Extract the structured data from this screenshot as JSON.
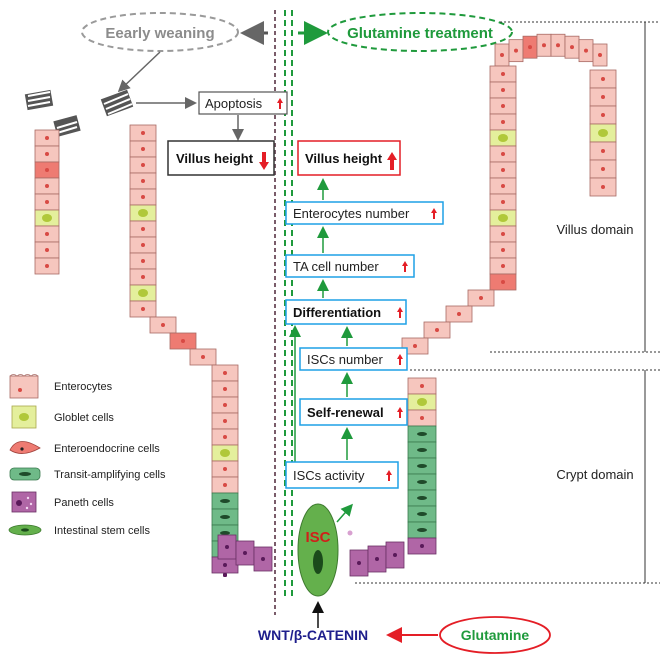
{
  "top": {
    "weaning_label": "Eearly weaning",
    "glutamine_treatment_label": "Glutamine treatment"
  },
  "left_flow": {
    "apoptosis_label": "Apoptosis",
    "villus_height_label": "Villus height"
  },
  "center_flow": {
    "villus_height_label": "Villus height",
    "steps": [
      "Enterocytes number",
      "TA cell number",
      "Differentiation",
      "ISCs number",
      "Self-renewal",
      "ISCs activity"
    ],
    "isc_label": "ISC"
  },
  "domains": {
    "villus_label": "Villus domain",
    "crypt_label": "Crypt domain"
  },
  "legend": [
    "Enterocytes",
    "Globlet cells",
    "Enteroendocrine cells",
    "Transit-amplifying cells",
    "Paneth cells",
    "Intestinal stem cells"
  ],
  "bottom": {
    "pathway_label": "WNT/β-CATENIN",
    "glutamine_label": "Glutamine"
  },
  "colors": {
    "weaning_gray": "#8c8c8c",
    "treatment_green": "#1f9a3c",
    "flow_box_blue": "#1ea1e6",
    "villus_box_red": "#e41e26",
    "up_arrow_red": "#e41e26",
    "enterocyte_fill": "#f6c6be",
    "goblet_fill": "#e4ef9c",
    "enteroendocrine_fill": "#ee7b72",
    "ta_fill": "#6fba88",
    "paneth_fill": "#b066a6",
    "stem_fill": "#64b04c",
    "pathway_navy": "#1e1e8c"
  }
}
